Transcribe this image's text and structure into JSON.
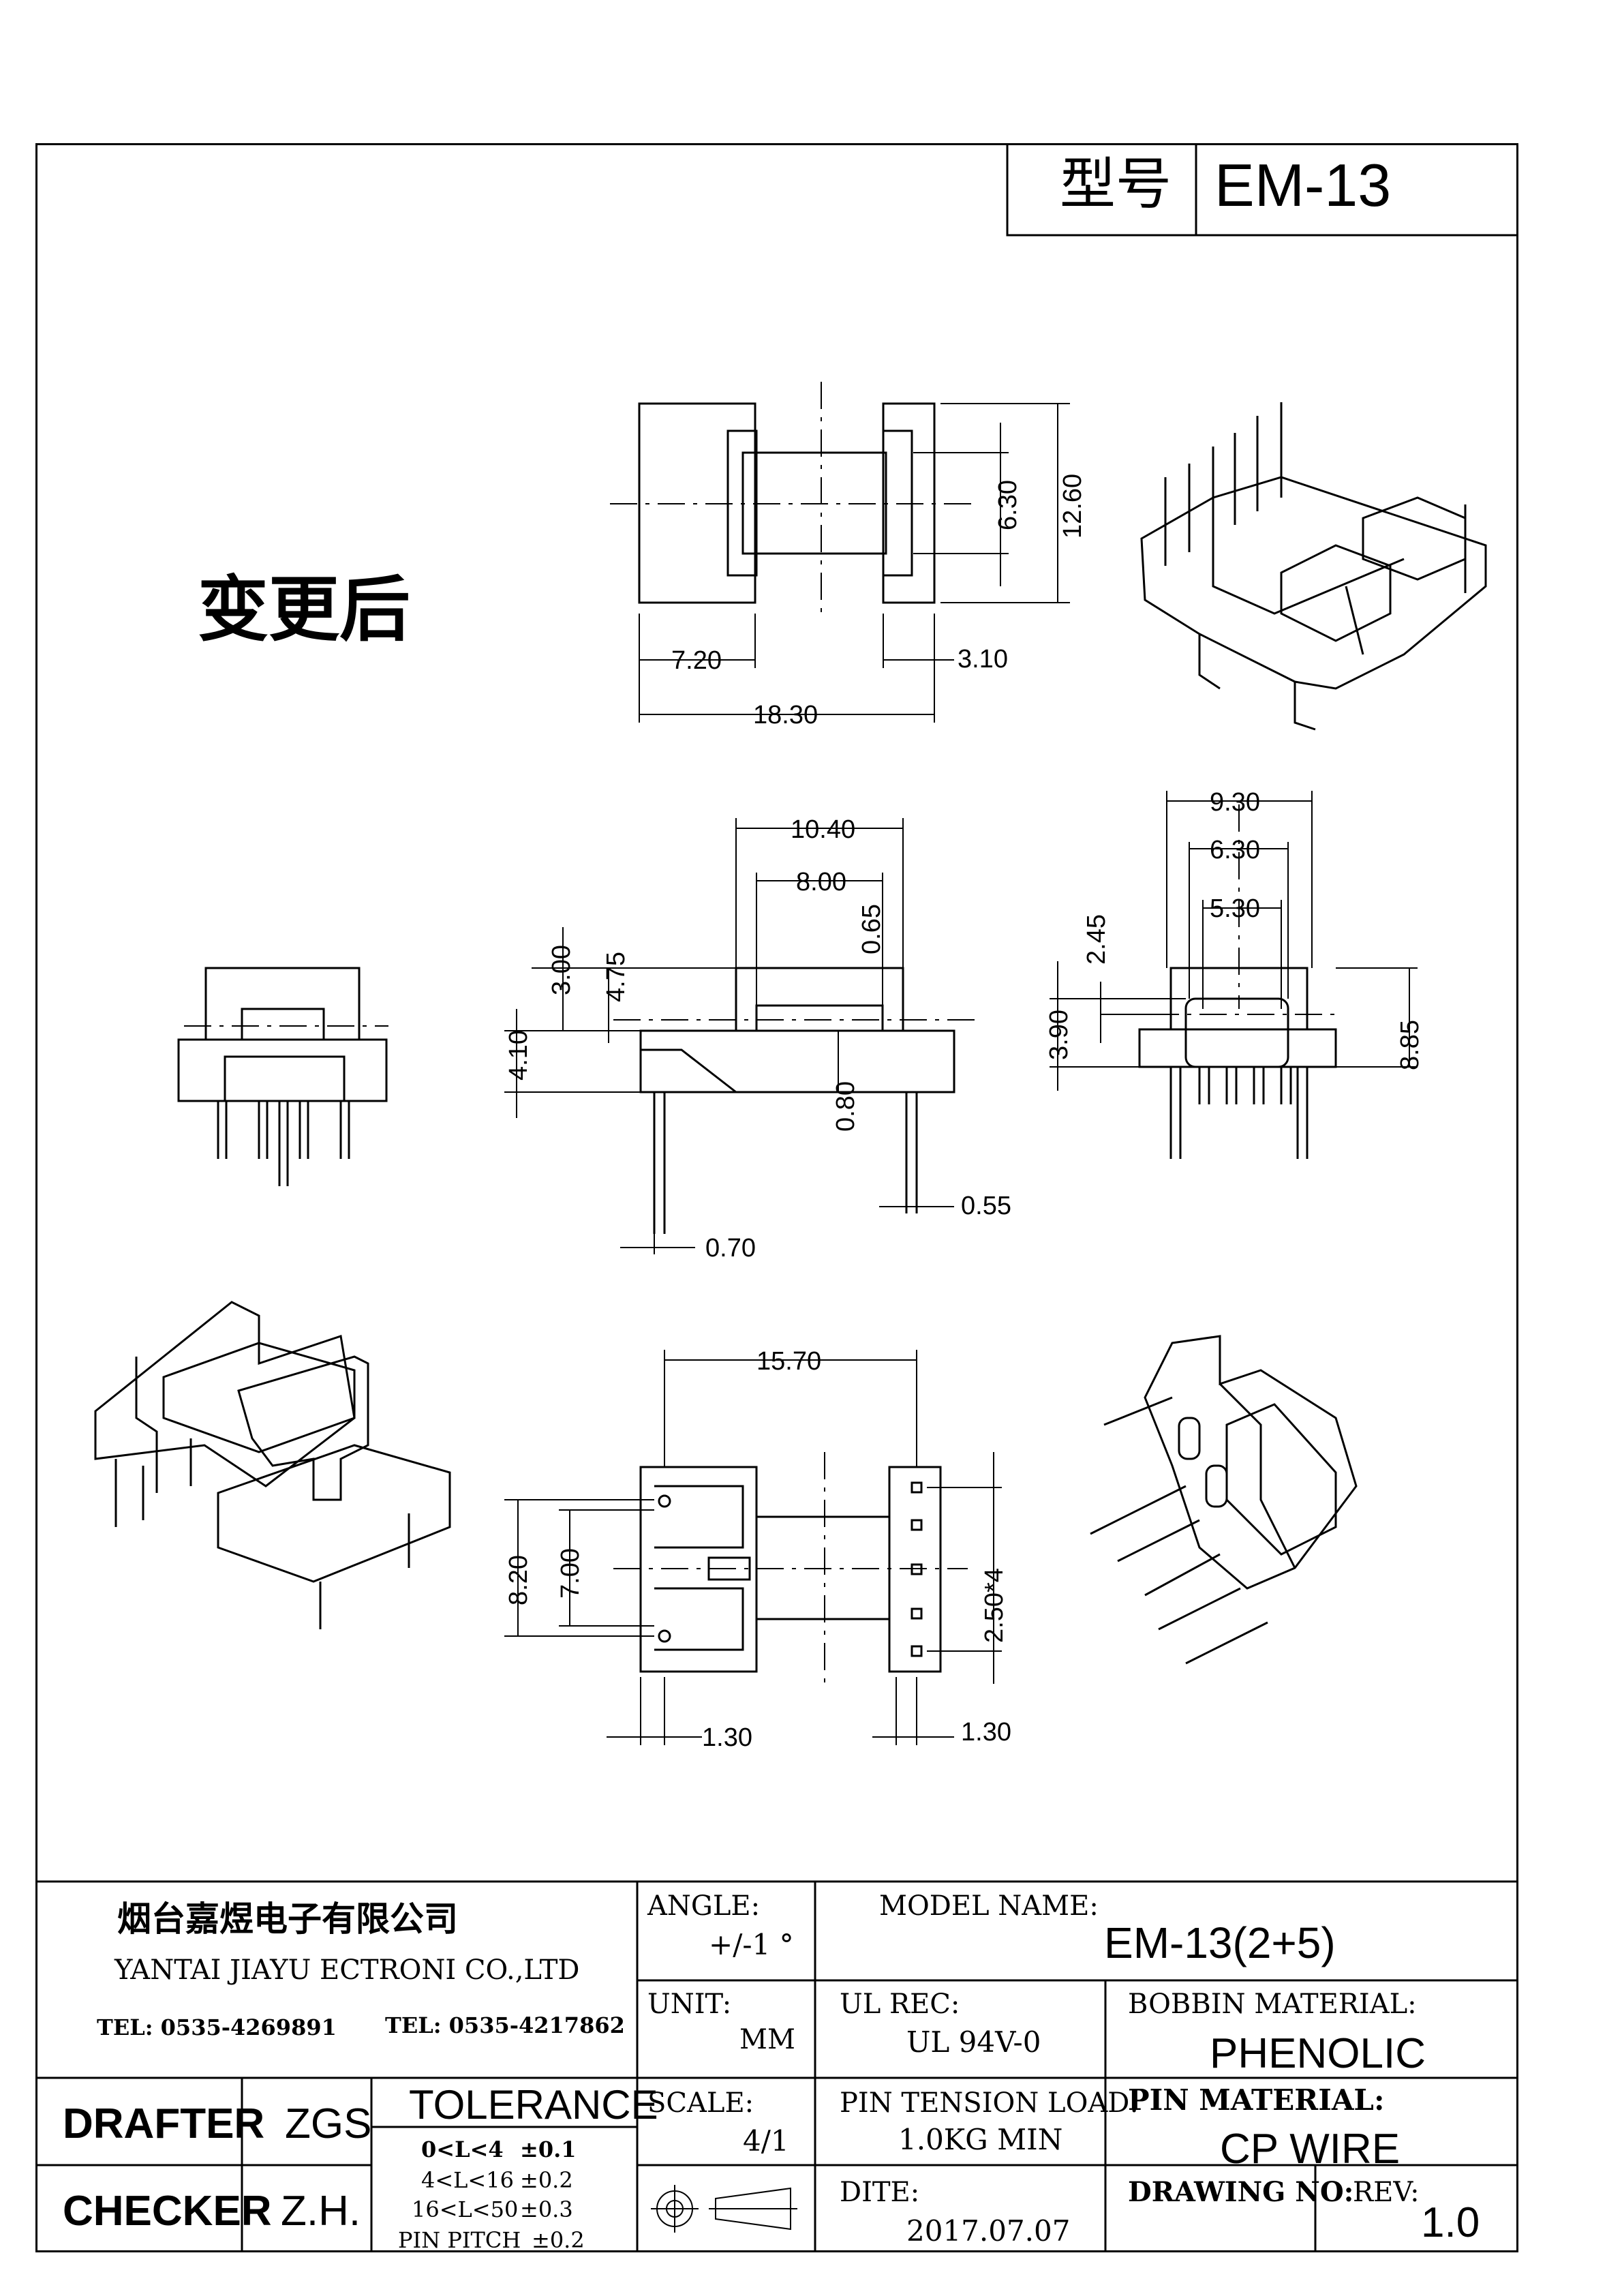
{
  "header": {
    "model_label": "型号",
    "model_value": "EM-13"
  },
  "note": "变更后",
  "dimensions": {
    "A": "12.60",
    "B": "6.30",
    "C": "3.10",
    "D": "7.20",
    "E": "18.30",
    "F": "10.40",
    "G": "8.00",
    "H": "0.65",
    "I": "4.75",
    "J": "4.10",
    "K": "0.80",
    "L": "0.55",
    "M": "0.70",
    "top_h": "3.00",
    "N": "9.30",
    "O": "6.30",
    "P": "5.30",
    "Q": "2.45",
    "R": "3.90",
    "S": "8.85",
    "T": "15.70",
    "U": "8.20",
    "V": "7.00",
    "W": "1.30",
    "X": "1.30",
    "Y": "2.50*4"
  },
  "title_block": {
    "company_cn": "烟台嘉煜电子有限公司",
    "company_en": "YANTAI JIAYU ECTRONI CO.,LTD",
    "tel1": "TEL: 0535-4269891",
    "tel2": "TEL: 0535-4217862",
    "drafter_label": "DRAFTER",
    "drafter": "ZGS",
    "checker_label": "CHECKER",
    "checker": "Z.H.",
    "tolerance_label": "TOLERANCE",
    "tol_rows": [
      {
        "range": "0<L<4",
        "value": "±0.1"
      },
      {
        "range": "4<L<16",
        "value": "±0.2"
      },
      {
        "range": "16<L<50",
        "value": "±0.3"
      },
      {
        "range": "PIN PITCH",
        "value": "±0.2"
      }
    ],
    "angle_label": "ANGLE:",
    "angle_value": "+/-1 °",
    "unit_label": "UNIT:",
    "unit_value": "MM",
    "scale_label": "SCALE:",
    "scale_value": "4/1",
    "model_name_label": "MODEL NAME:",
    "model_name": "EM-13(2+5)",
    "ul_label": "UL REC:",
    "ul_value": "UL 94V-0",
    "bobbin_label": "BOBBIN MATERIAL:",
    "bobbin_value": "PHENOLIC",
    "pin_tension_label": "PIN TENSION LOAD:",
    "pin_tension_value": "1.0KG MIN",
    "pin_material_label": "PIN MATERIAL:",
    "pin_material_value": "CP WIRE",
    "date_label": "DITE:",
    "date_value": "2017.07.07",
    "drawing_no_label": "DRAWING NO:",
    "rev_label": "REV:",
    "rev_value": "1.0"
  }
}
